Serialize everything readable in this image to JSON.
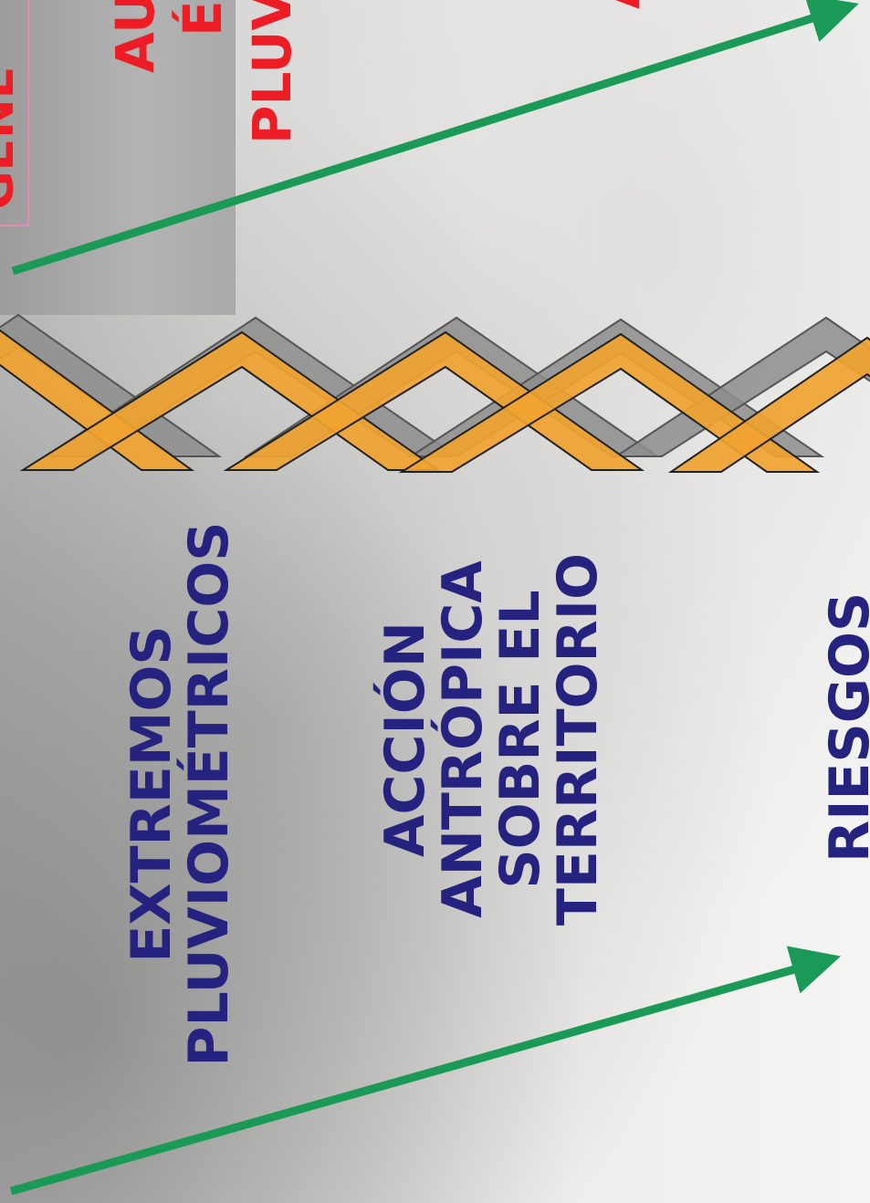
{
  "labels": {
    "top_red_1": "AU",
    "top_red_2": "É",
    "top_red_3": "PLUV",
    "top_red_cut": "A",
    "top_pink_cut": "GENE"
  },
  "blocks": {
    "extremos_line1": "EXTREMOS",
    "extremos_line2": "PLUVIOMÉTRICOS",
    "accion_line1": "ACCIÓN",
    "accion_line2": "ANTRÓPICA",
    "accion_line3": "SOBRE EL",
    "accion_line4": "TERRITORIO",
    "riesgos": "RIESGOS"
  },
  "colors": {
    "arrow": "#1b9a57",
    "chevron_fill": "#f0a330",
    "chevron_shadow": "#8a8a8a",
    "title_text": "#25237f",
    "red_text": "#ee1c24"
  }
}
